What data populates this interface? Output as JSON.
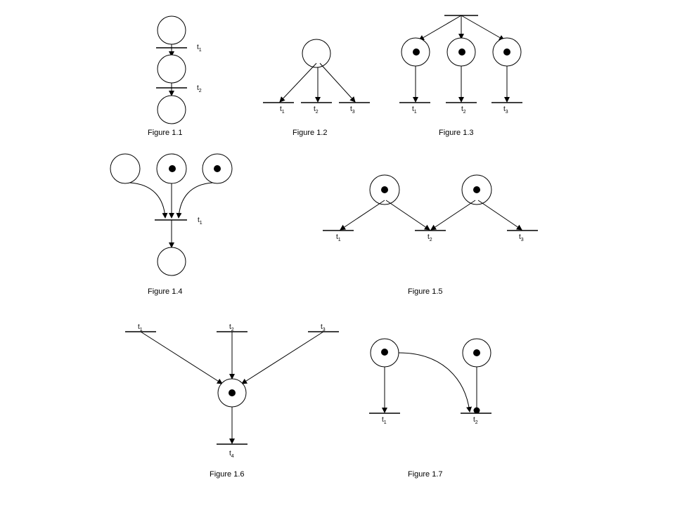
{
  "figures": [
    {
      "caption": "Figure 1.1",
      "transitions": [
        {
          "base": "t",
          "sub": "1"
        },
        {
          "base": "t",
          "sub": "2"
        }
      ]
    },
    {
      "caption": "Figure 1.2",
      "transitions": [
        {
          "base": "t",
          "sub": "1"
        },
        {
          "base": "t",
          "sub": "2"
        },
        {
          "base": "t",
          "sub": "3"
        }
      ]
    },
    {
      "caption": "Figure 1.3",
      "transitions": [
        {
          "base": "t",
          "sub": "1"
        },
        {
          "base": "t",
          "sub": "2"
        },
        {
          "base": "t",
          "sub": "3"
        }
      ]
    },
    {
      "caption": "Figure 1.4",
      "transitions": [
        {
          "base": "t",
          "sub": "1"
        }
      ]
    },
    {
      "caption": "Figure 1.5",
      "transitions": [
        {
          "base": "t",
          "sub": "1"
        },
        {
          "base": "t",
          "sub": "2"
        },
        {
          "base": "t",
          "sub": "3"
        }
      ]
    },
    {
      "caption": "Figure 1.6",
      "transitions": [
        {
          "base": "t",
          "sub": "1"
        },
        {
          "base": "t",
          "sub": "2"
        },
        {
          "base": "t",
          "sub": "3"
        },
        {
          "base": "t",
          "sub": "4"
        }
      ]
    },
    {
      "caption": "Figure 1.7",
      "transitions": [
        {
          "base": "t",
          "sub": "1"
        },
        {
          "base": "t",
          "sub": "2"
        }
      ]
    }
  ]
}
